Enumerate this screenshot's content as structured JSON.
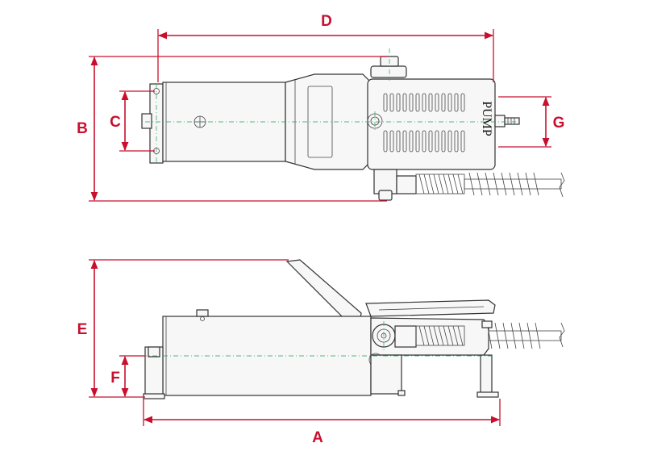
{
  "dimension_labels": {
    "a": "A",
    "b": "B",
    "c": "C",
    "d": "D",
    "e": "E",
    "f": "F",
    "g": "G"
  },
  "pump_label": "PUMP",
  "colors": {
    "dimension": "#c8102e",
    "centerline": "#22a35a",
    "outline": "#333333"
  }
}
